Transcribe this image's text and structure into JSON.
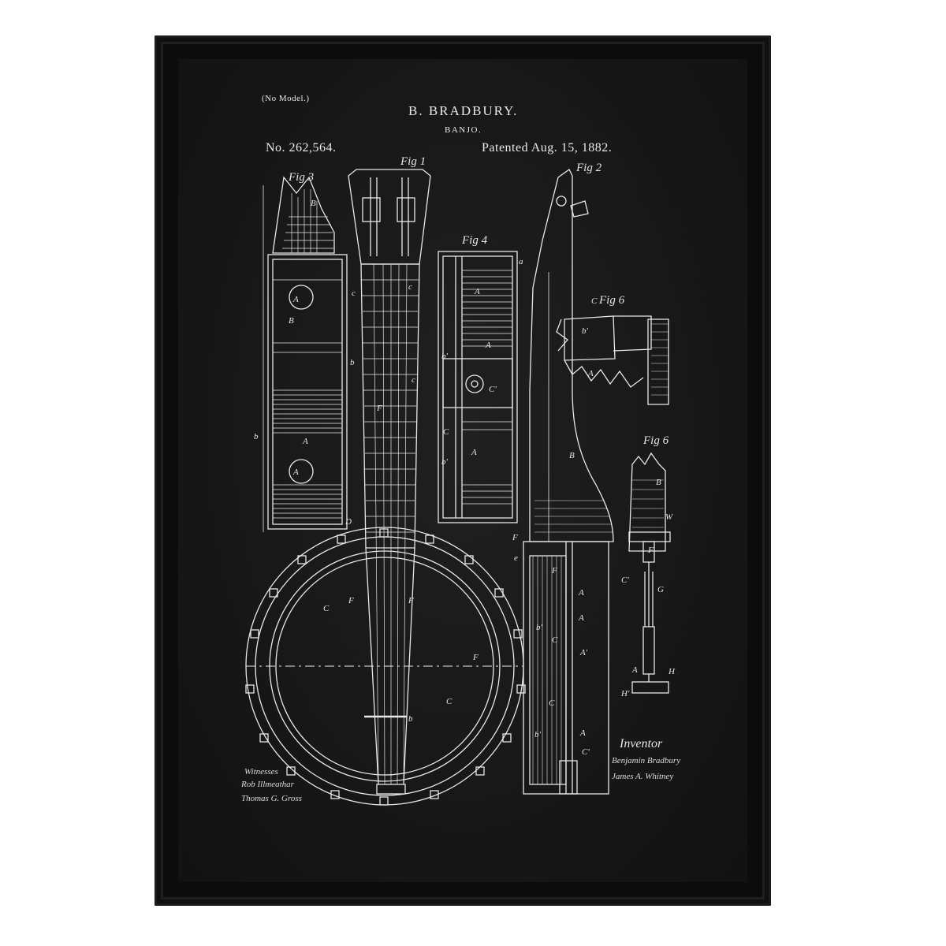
{
  "patent": {
    "model_note": "(No Model.)",
    "inventor_name": "B. BRADBURY.",
    "subject": "BANJO.",
    "number": "No. 262,564.",
    "patent_date": "Patented Aug. 15, 1882."
  },
  "figures": {
    "fig1": "Fig 1",
    "fig2": "Fig 2",
    "fig3": "Fig 3",
    "fig4": "Fig 4",
    "fig5": "Fig 6",
    "fig6": "Fig 6"
  },
  "signatures": {
    "witnesses_label": "Witnesses",
    "witness1": "Rob Illmeathar",
    "witness2": "Thomas G. Gross",
    "inventor_label": "Inventor",
    "inventor_sig": "Benjamin Bradbury",
    "attorney_sig": "James A. Whitney"
  },
  "colors": {
    "frame": "#0c0c0c",
    "paper": "#181818",
    "ink": "#e8e8e8"
  }
}
